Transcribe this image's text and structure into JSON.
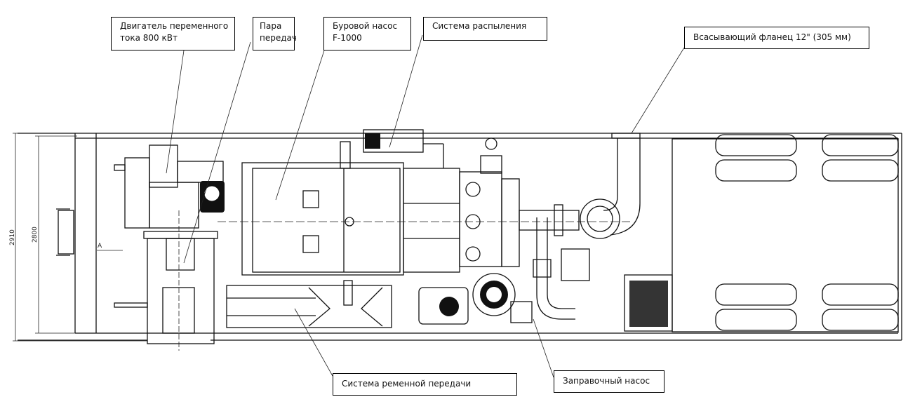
{
  "callouts": {
    "motor": {
      "line1": "Двигатель переменного",
      "line2": "тока 800 кВт"
    },
    "gear_pair": {
      "line1": "Пара",
      "line2": "передач"
    },
    "mud_pump": {
      "line1": "Буровой насос",
      "line2": "F-1000"
    },
    "spray_system": {
      "line1": "Система распыления"
    },
    "suction_flange": {
      "line1": "Всасывающий фланец 12\" (305 мм)"
    },
    "belt_drive": {
      "line1": "Система ременной передачи"
    },
    "charge_pump": {
      "line1": "Заправочный насос"
    }
  },
  "dimensions": {
    "outer": "2910",
    "inner": "2800",
    "section_mark": "A"
  },
  "colors": {
    "line": "#111111",
    "background": "#ffffff"
  }
}
